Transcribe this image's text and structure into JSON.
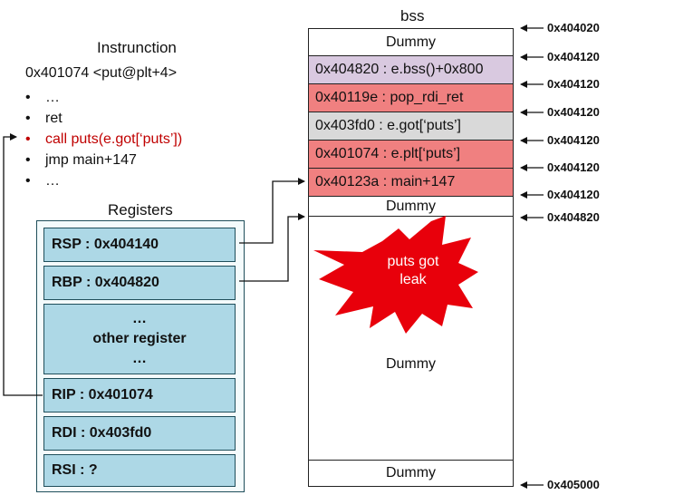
{
  "instruction": {
    "title": "Instrunction",
    "header": "0x401074 <put@plt+4>",
    "lines": [
      "…",
      "ret",
      "call puts(e.got[‘puts’])",
      "jmp main+147",
      "…"
    ],
    "highlight_color": "#c00000"
  },
  "registers": {
    "title": "Registers",
    "items": [
      "RSP : 0x404140",
      "RBP : 0x404820",
      "…",
      "other register",
      "…",
      "RIP : 0x401074",
      "RDI : 0x403fd0",
      "RSI : ?"
    ],
    "fill_color": "#add8e6"
  },
  "bss": {
    "title": "bss",
    "cells": [
      {
        "text": "Dummy",
        "color": "#ffffff"
      },
      {
        "text": "0x404820 : e.bss()+0x800",
        "color": "#d9c9e0"
      },
      {
        "text": "0x40119e : pop_rdi_ret",
        "color": "#f08080"
      },
      {
        "text": "0x403fd0 : e.got[‘puts’]",
        "color": "#d9d9d9"
      },
      {
        "text": "0x401074 : e.plt[‘puts’]",
        "color": "#f08080"
      },
      {
        "text": "0x40123a : main+147",
        "color": "#f08080"
      },
      {
        "text": "Dummy",
        "color": "#ffffff"
      }
    ],
    "middle_label": "Dummy",
    "bottom_label": "Dummy",
    "burst_text": [
      "puts got",
      "leak"
    ],
    "burst_color": "#e8000b"
  },
  "addresses": [
    "0x404020",
    "0x404120",
    "0x404120",
    "0x404120",
    "0x404120",
    "0x404120",
    "0x404120",
    "0x404820",
    "0x405000"
  ]
}
